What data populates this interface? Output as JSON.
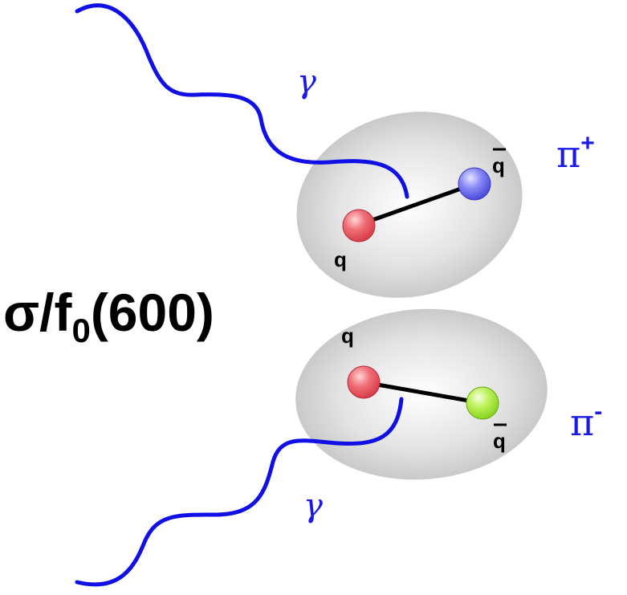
{
  "title": {
    "prefix": "σ/f",
    "subscript": "0",
    "suffix": "(600)"
  },
  "photons": {
    "top_label": "γ",
    "bottom_label": "γ"
  },
  "pion_plus": {
    "label_base": "π",
    "label_sup": "+",
    "quark_label": "q",
    "antiquark_label": "q"
  },
  "pion_minus": {
    "label_base": "π",
    "label_sup": "-",
    "quark_label": "q",
    "antiquark_label": "q"
  },
  "colors": {
    "photon": "#1010e6",
    "label_blue": "#1a1ae6",
    "quark_red": "#e8505a",
    "antiquark_blue": "#6c6cf0",
    "antiquark_green": "#a8ee40",
    "blob_gray": "#c8c8c8"
  }
}
